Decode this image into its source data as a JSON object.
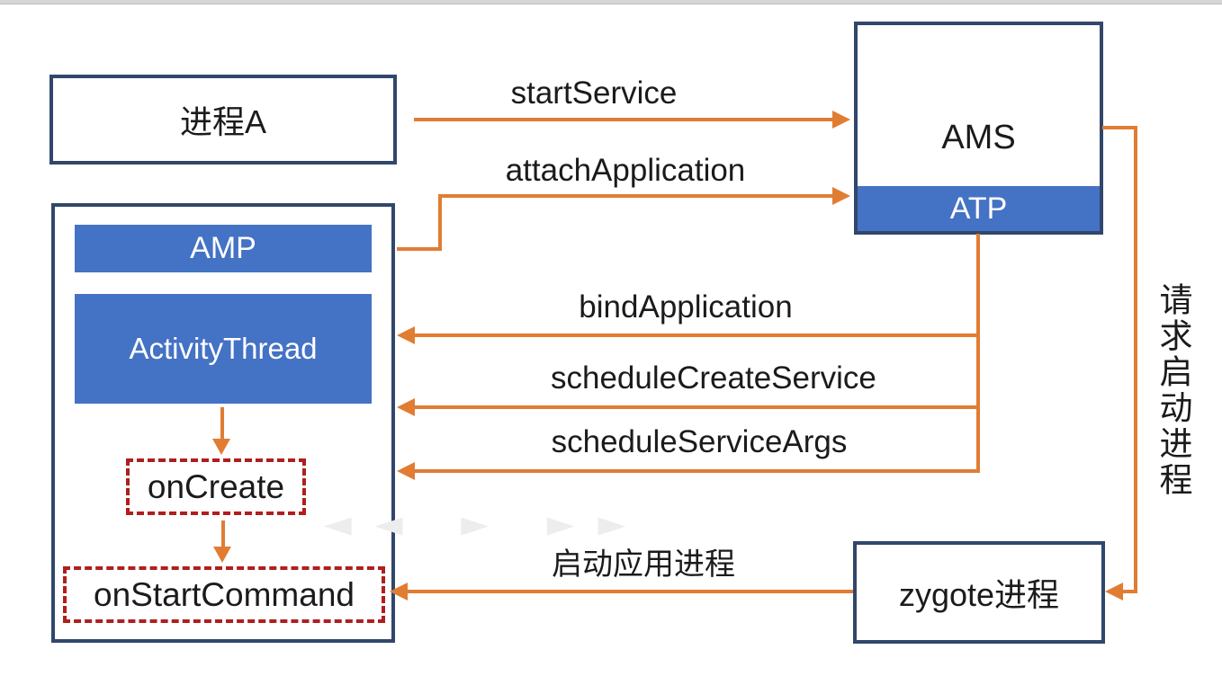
{
  "boxes": {
    "process_a": "进程A",
    "ams": "AMS",
    "atp": "ATP",
    "amp": "AMP",
    "activity_thread": "ActivityThread",
    "on_create": "onCreate",
    "on_start_command": "onStartCommand",
    "zygote": "zygote进程"
  },
  "arrows": {
    "start_service": "startService",
    "attach_application": "attachApplication",
    "bind_application": "bindApplication",
    "schedule_create_service": "scheduleCreateService",
    "schedule_service_args": "scheduleServiceArgs",
    "launch_app_process": "启动应用进程",
    "request_start_process": "请求启动进程"
  },
  "watermark": {
    "glyphs": "◄◄  ►  ►►"
  },
  "colors": {
    "box_border": "#31476b",
    "bar_fill": "#4472c4",
    "arrow": "#e07d33",
    "dashed_callback": "#b01e1e",
    "text": "#1b1b1b"
  }
}
